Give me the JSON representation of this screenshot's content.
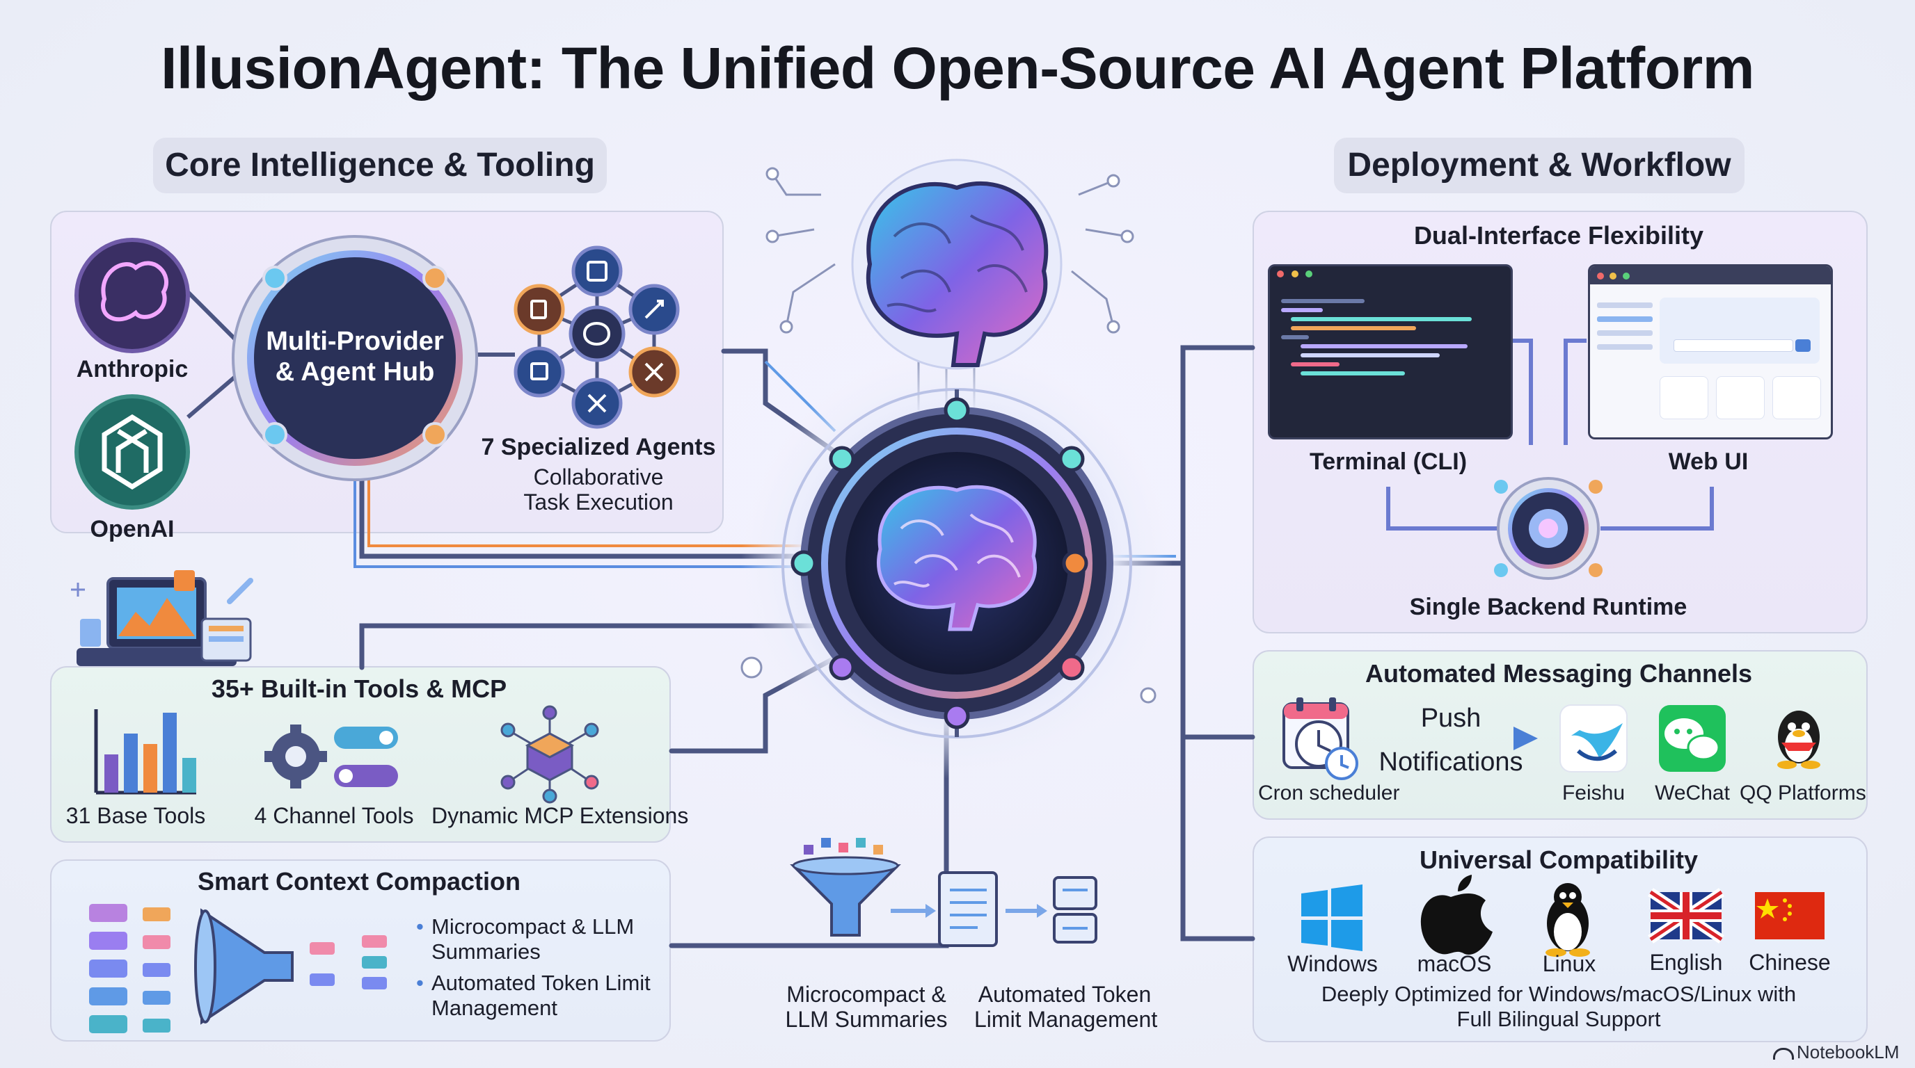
{
  "title": "IllusionAgent: The Unified Open-Source AI Agent Platform",
  "sections": {
    "left": "Core Intelligence & Tooling",
    "right": "Deployment & Workflow"
  },
  "hub": {
    "providers": [
      "Anthropic",
      "OpenAI"
    ],
    "hub_label_line1": "Multi-Provider",
    "hub_label_line2": "& Agent Hub",
    "agents_title": "7 Specialized Agents",
    "agents_sub1": "Collaborative",
    "agents_sub2": "Task Execution"
  },
  "tools": {
    "title": "35+ Built-in Tools & MCP",
    "items": [
      "31 Base Tools",
      "4 Channel Tools",
      "Dynamic MCP Extensions"
    ]
  },
  "context": {
    "title": "Smart Context Compaction",
    "bullets": [
      "Microcompact & LLM Summaries",
      "Automated Token Limit Management"
    ]
  },
  "flow": {
    "labels": [
      "Microcompact &",
      "LLM Summaries",
      "Automated Token",
      "Limit Management"
    ]
  },
  "dual": {
    "title": "Dual-Interface Flexibility",
    "terminal": "Terminal (CLI)",
    "webui": "Web UI",
    "backend": "Single Backend Runtime"
  },
  "messaging": {
    "title": "Automated Messaging Channels",
    "cron": "Cron scheduler",
    "push1": "Push",
    "push2": "Notifications",
    "channels": [
      "Feishu",
      "WeChat",
      "QQ Platforms"
    ]
  },
  "compat": {
    "title": "Universal Compatibility",
    "items": [
      "Windows",
      "macOS",
      "Linux",
      "English",
      "Chinese"
    ],
    "footer1": "Deeply Optimized for Windows/macOS/Linux with",
    "footer2": "Full Bilingual Support"
  },
  "watermark": "NotebookLM",
  "colors": {
    "accent_blue": "#4a7fd6",
    "accent_purple": "#7a5cc4",
    "accent_orange": "#f08a3e",
    "wechat_green": "#1fc15c",
    "circuit_dark": "#3a4370"
  }
}
